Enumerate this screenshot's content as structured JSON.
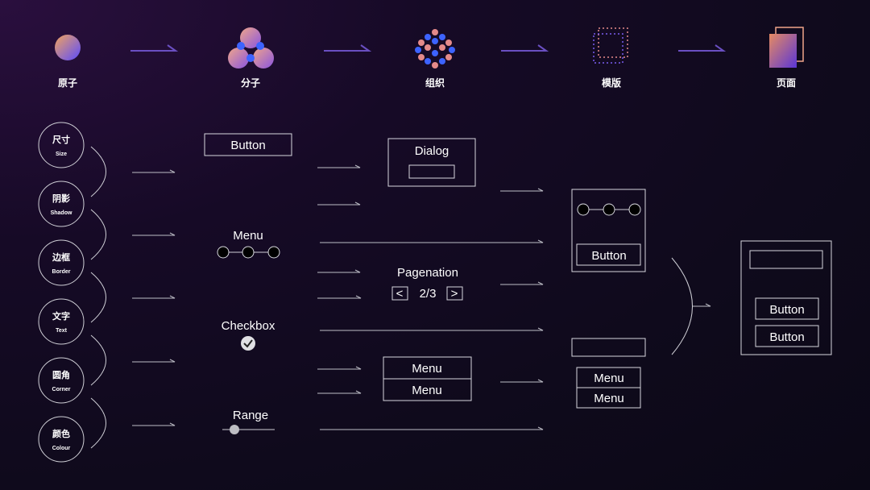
{
  "colors": {
    "accent_blue": "#3d63ff",
    "accent_orange": "#e58a8a",
    "accent_purple": "#6a4fc2",
    "line": "#cfcfd6"
  },
  "stages": [
    {
      "label": "原子",
      "icon": "atom-icon"
    },
    {
      "label": "分子",
      "icon": "molecule-icon"
    },
    {
      "label": "组织",
      "icon": "organism-icon"
    },
    {
      "label": "模版",
      "icon": "template-icon"
    },
    {
      "label": "页面",
      "icon": "page-icon"
    }
  ],
  "atoms": [
    {
      "title": "尺寸",
      "subtitle": "Size"
    },
    {
      "title": "阴影",
      "subtitle": "Shadow"
    },
    {
      "title": "边框",
      "subtitle": "Border"
    },
    {
      "title": "文字",
      "subtitle": "Text"
    },
    {
      "title": "圆角",
      "subtitle": "Corner"
    },
    {
      "title": "颜色",
      "subtitle": "Colour"
    }
  ],
  "molecules": {
    "button": "Button",
    "menu": "Menu",
    "checkbox": "Checkbox",
    "range": "Range"
  },
  "organisms": {
    "dialog": "Dialog",
    "pagination_title": "Pagenation",
    "pagination_prev": "<",
    "pagination_page": "2/3",
    "pagination_next": ">",
    "menu_items": [
      "Menu",
      "Menu"
    ]
  },
  "templates": {
    "button": "Button",
    "menu_items": [
      "Menu",
      "Menu"
    ]
  },
  "page": {
    "buttons": [
      "Button",
      "Button"
    ]
  }
}
